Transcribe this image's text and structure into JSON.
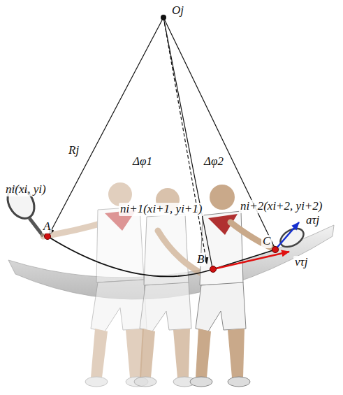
{
  "diagram": {
    "labels": [
      "Oj",
      "Rj",
      "Δφ1",
      "Δφ2",
      "ni(xi, yi)",
      "ni+1(xi+1, yi+1)",
      "ni+2(xi+2, yi+2)",
      "A",
      "B",
      "C",
      "aτj",
      "vτj"
    ]
  }
}
